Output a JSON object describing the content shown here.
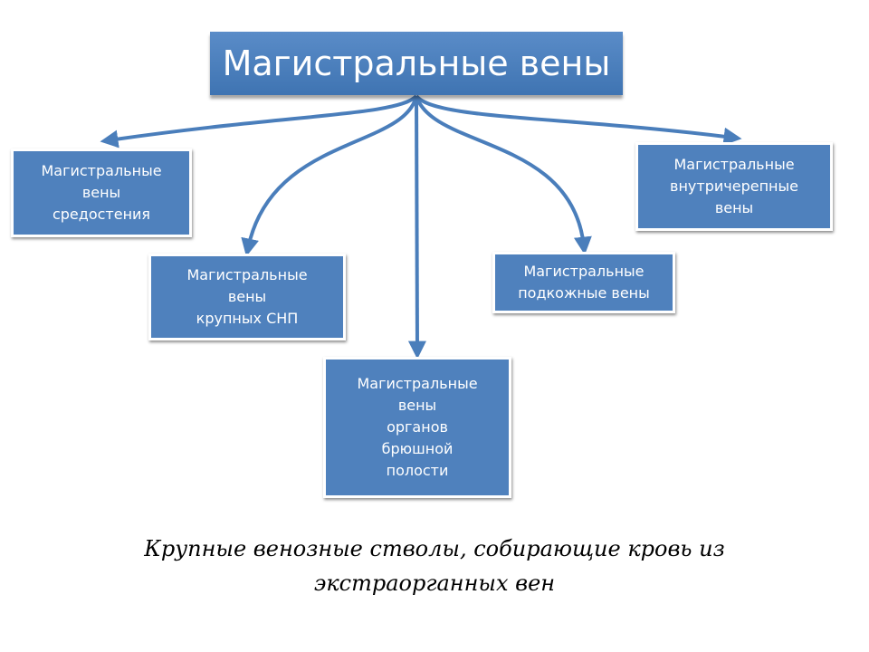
{
  "title": "Магистральные вены",
  "boxes": {
    "mediastinum": [
      "Магистральные",
      "вены",
      "средостения"
    ],
    "cns": [
      "Магистральные",
      "вены",
      "крупных СНП"
    ],
    "abdominal": [
      "Магистральные",
      "вены",
      "органов",
      "брюшной",
      "полости"
    ],
    "subcutaneous": [
      "Магистральные",
      "подкожные вены"
    ],
    "intracranial": [
      "Магистральные",
      "внутричерепные",
      "вены"
    ]
  },
  "caption": {
    "line1": "Крупные венозные стволы, собирающие кровь из",
    "line2": "экстраорганных вен"
  },
  "colors": {
    "box_fill": "#4f81bd",
    "arrow": "#4a7ebb",
    "text_on_box": "#ffffff"
  }
}
